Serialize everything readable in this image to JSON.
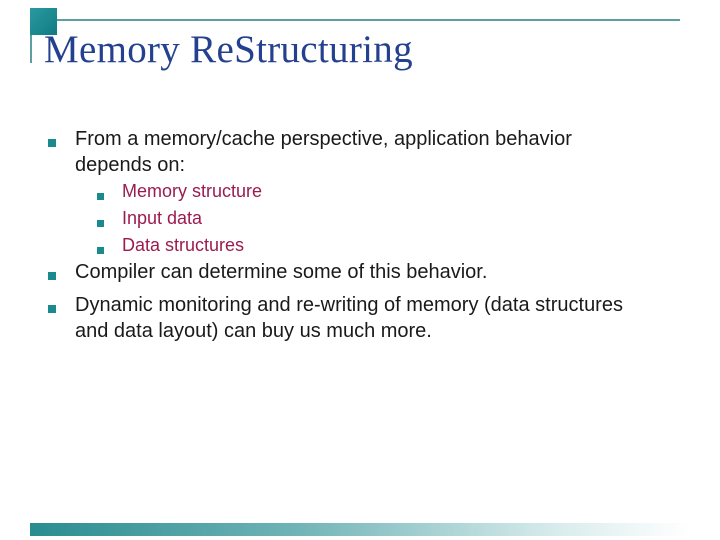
{
  "slide": {
    "title": "Memory ReStructuring",
    "bullets": [
      {
        "level": 1,
        "text": "From a memory/cache perspective, application behavior\ndepends on:"
      },
      {
        "level": 2,
        "text": "Memory structure"
      },
      {
        "level": 2,
        "text": "Input data"
      },
      {
        "level": 2,
        "text": "Data structures"
      },
      {
        "level": 1,
        "text": "Compiler can determine some of this behavior."
      },
      {
        "level": 1,
        "text": "Dynamic monitoring and re-writing of memory (data structures\nand data layout) can buy us much more."
      }
    ],
    "colors": {
      "background": "#ffffff",
      "title_text": "#24418f",
      "body_text": "#1a1a1a",
      "sub_bullet_text": "#9c1b4f",
      "bullet_square": "#1b8a8f",
      "rule_line": "#5d9fa1",
      "corner_accent_square": "#117a82",
      "bottom_bar_start": "#2a8c90"
    },
    "icons": {
      "corner_square": "corner-accent-square",
      "level1_bullet": "bullet-square-icon",
      "level2_bullet": "bullet-square-icon"
    }
  }
}
